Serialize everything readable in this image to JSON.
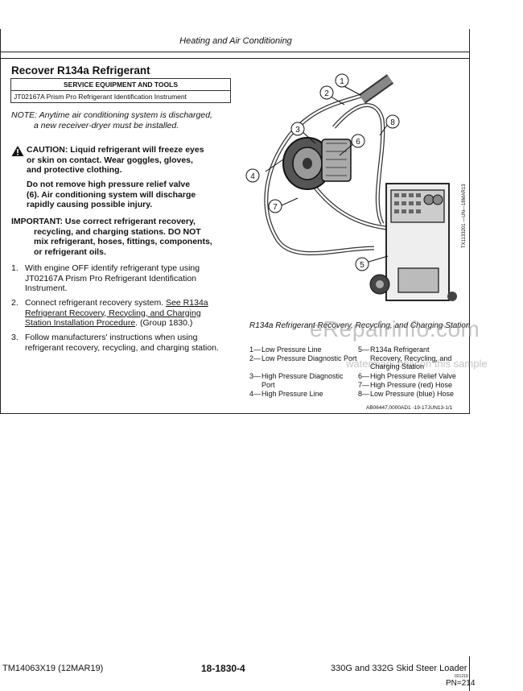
{
  "header": {
    "title": "Heating and Air Conditioning"
  },
  "section": {
    "title": "Recover R134a Refrigerant"
  },
  "tools_table": {
    "header": "SERVICE EQUIPMENT AND TOOLS",
    "rows": [
      "JT02167A Prism Pro Refrigerant Identification Instrument"
    ]
  },
  "note": {
    "line1": "NOTE: Anytime air conditioning system is discharged,",
    "line2": "a new receiver-dryer must be installed."
  },
  "caution": {
    "line1": "CAUTION:  Liquid refrigerant will freeze eyes",
    "line2": "or skin on contact.  Wear goggles, gloves,",
    "line3": "and protective clothing.",
    "p2_line1": "Do not remove high pressure relief valve",
    "p2_line2": "(6).  Air conditioning system will discharge",
    "p2_line3": "rapidly causing possible injury."
  },
  "important": {
    "line1": "IMPORTANT: Use correct refrigerant recovery,",
    "line2": "recycling, and charging stations.  DO NOT",
    "line3": "mix refrigerant, hoses, fittings, components,",
    "line4": "or refrigerant oils."
  },
  "steps": [
    {
      "num": "1.",
      "line1": "With engine OFF identify refrigerant type using",
      "line2": "JT02167A Prism Pro Refrigerant Identification",
      "line3": "Instrument."
    },
    {
      "num": "2.",
      "line1": "Connect refrigerant recovery system.",
      "link1": "See R134a",
      "link2": "Refrigerant Recovery, Recycling, and Charging",
      "link3": "Station Installation Procedure",
      "after": ". (Group 1830.)"
    },
    {
      "num": "3.",
      "line1": "Follow manufacturers' instructions when using",
      "line2": "refrigerant recovery, recycling, and charging station."
    }
  ],
  "figure": {
    "caption": "R134a Refrigerant Recovery, Recycling, and Charging Station",
    "callouts": [
      "1",
      "2",
      "3",
      "4",
      "5",
      "6",
      "7",
      "8"
    ],
    "side_code": "TX1133201 —UN—18MAR13",
    "legend_left": [
      {
        "k": "1—",
        "v": "Low Pressure Line"
      },
      {
        "k": "2—",
        "v": "Low Pressure Diagnostic Port"
      },
      {
        "k": "3—",
        "v": "High Pressure Diagnostic Port"
      },
      {
        "k": "4—",
        "v": "High Pressure Line"
      }
    ],
    "legend_right": [
      {
        "k": "5—",
        "v": "R134a Refrigerant Recovery, Recycling, and Charging Station"
      },
      {
        "k": "6—",
        "v": "High Pressure Relief Valve"
      },
      {
        "k": "7—",
        "v": "High Pressure (red) Hose"
      },
      {
        "k": "8—",
        "v": "Low Pressure (blue) Hose"
      }
    ],
    "ref_code": "AB06447,0000AD1 -19-17JUN13-1/1"
  },
  "watermark": {
    "main": "eRepairinfo.com",
    "sub": "watermark only on this sample"
  },
  "footer": {
    "left": "TM14063X19 (12MAR19)",
    "center": "18-1830-4",
    "right": "330G and 332G Skid Steer Loader",
    "small": "021219",
    "pn": "PN=214"
  }
}
